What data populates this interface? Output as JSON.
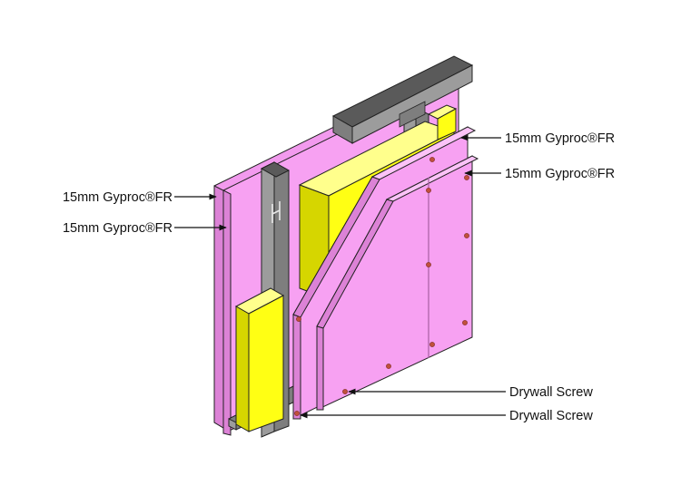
{
  "labels": {
    "left_outer_board": "15mm Gyproc®FR",
    "left_inner_board": "15mm Gyproc®FR",
    "right_outer_board": "15mm Gyproc®FR",
    "right_inner_board": "15mm Gyproc®FR",
    "screw_upper": "Drywall Screw",
    "screw_lower": "Drywall Screw"
  },
  "colors": {
    "board_face": "#F7A1F2",
    "board_face_alt": "#F29AEE",
    "board_edge": "#DC82D6",
    "board_top": "#FCC3F8",
    "insulation_face": "#FFFF14",
    "insulation_side": "#D6D600",
    "insulation_top": "#FFFF8C",
    "metal_light": "#9C9C9C",
    "metal_mid": "#7E7E7E",
    "metal_dark": "#5A5A5A",
    "screw": "#C0503C",
    "outline": "#222222"
  }
}
